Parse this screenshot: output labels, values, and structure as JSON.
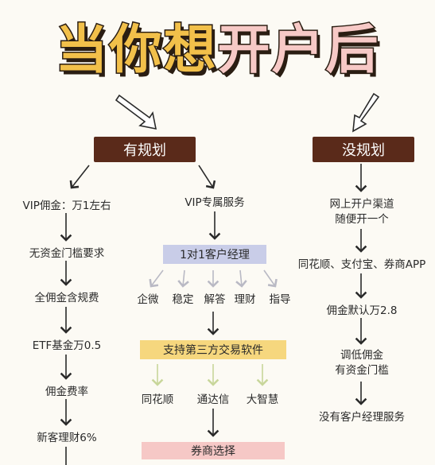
{
  "title": {
    "part1": "当你想",
    "part2": "开户后"
  },
  "left_branch": {
    "label": "有规划",
    "col1": [
      "VIP佣金：万1左右",
      "无资金门槛要求",
      "全佣金含规费",
      "ETF基金万0.5",
      "佣金费率",
      "新客理财6%"
    ],
    "col2": {
      "service": "VIP专属服务",
      "manager": "1对1客户经理",
      "traits": [
        "企微",
        "稳定",
        "解答",
        "理财",
        "指导"
      ],
      "software": "支持第三方交易软件",
      "apps": [
        "同花顺",
        "通达信",
        "大智慧"
      ],
      "broker": "券商选择"
    }
  },
  "right_branch": {
    "label": "没规划",
    "steps": [
      "网上开户渠道\n随便开一个",
      "同花顺、支付宝、券商APP",
      "佣金默认万2.8",
      "调低佣金\n有资金门槛",
      "没有客户经理服务"
    ]
  },
  "colors": {
    "pill": "#5a2a1a",
    "manager_box": "#c9cde8",
    "software_box": "#f6d77e",
    "broker_box": "#f6c8c6",
    "title_yellow": "#f2c04a",
    "title_pink": "#f7c9c6"
  }
}
